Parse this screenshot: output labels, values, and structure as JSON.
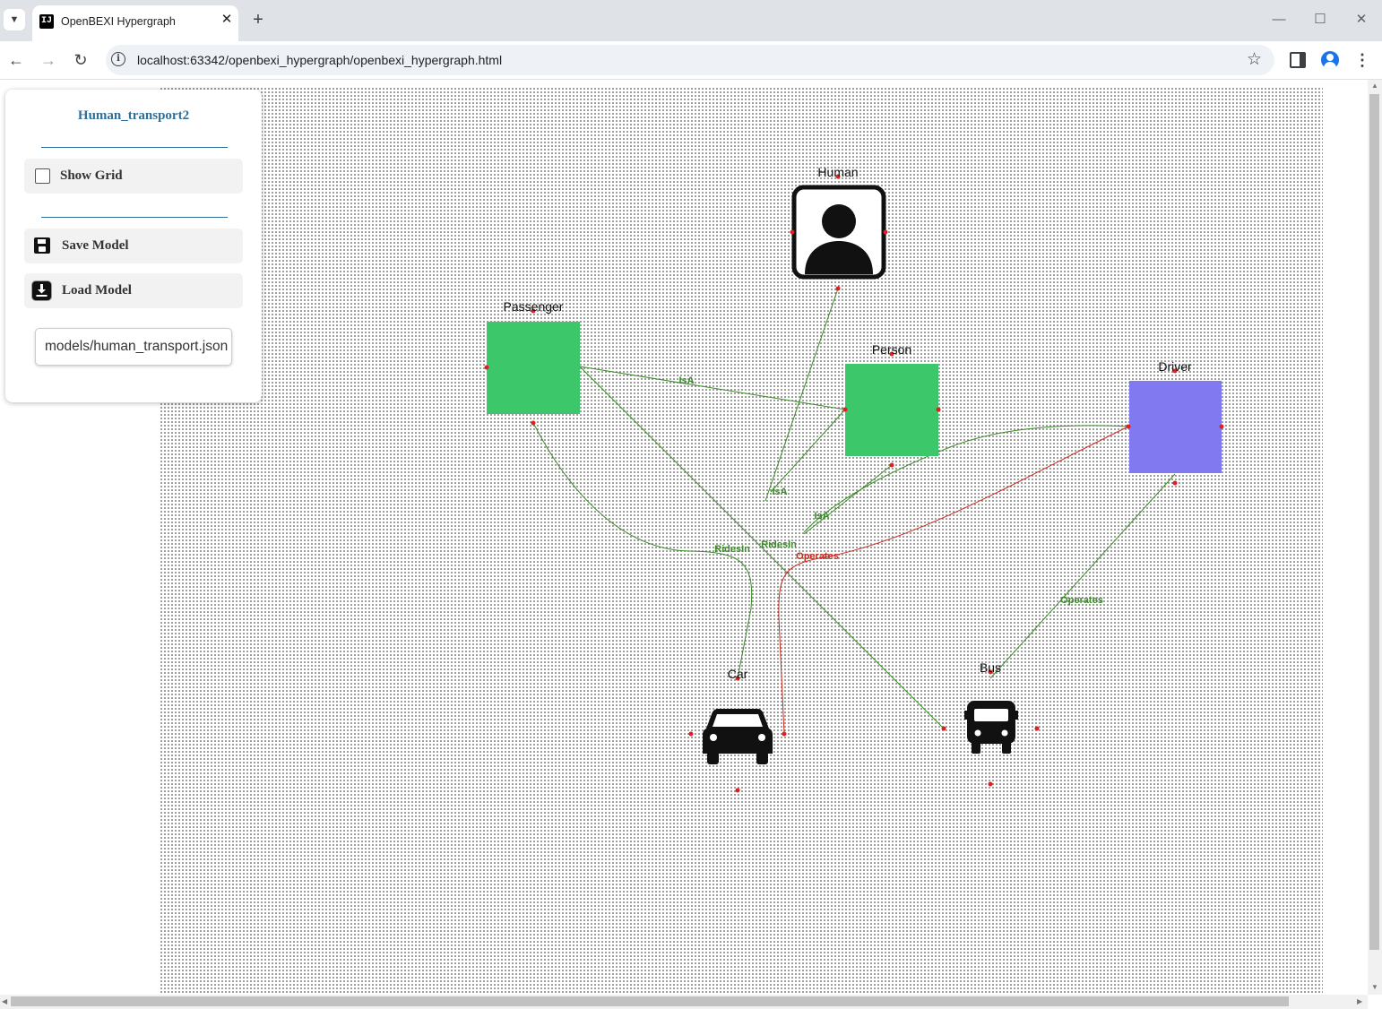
{
  "browser": {
    "tab_title": "OpenBEXI Hypergraph",
    "favicon_text": "IJ",
    "url": "localhost:63342/openbexi_hypergraph/openbexi_hypergraph.html"
  },
  "panel": {
    "model_name": "Human_transport2",
    "show_grid_label": "Show Grid",
    "show_grid_checked": false,
    "save_label": "Save Model",
    "load_label": "Load Model",
    "file_value": "models/human_transport.json"
  },
  "graph": {
    "nodes": [
      {
        "label": "Human",
        "shape": "person-icon"
      },
      {
        "label": "Passenger",
        "shape": "square",
        "color": "#3cc86a"
      },
      {
        "label": "Person",
        "shape": "square",
        "color": "#3cc86a"
      },
      {
        "label": "Driver",
        "shape": "square",
        "color": "#8079f0"
      },
      {
        "label": "Car",
        "shape": "car-icon"
      },
      {
        "label": "Bus",
        "shape": "bus-icon"
      }
    ],
    "edges": [
      {
        "label": "IsA",
        "from": "Passenger",
        "to": "Person",
        "color": "#3c8c28"
      },
      {
        "label": "IsA",
        "from": "Person",
        "to": "Human",
        "color": "#3c8c28"
      },
      {
        "label": "IsA",
        "from": "Driver",
        "to": "Person",
        "color": "#3c8c28"
      },
      {
        "label": "RidesIn",
        "from": "Passenger",
        "to": "Car",
        "color": "#3c8c28"
      },
      {
        "label": "RidesIn",
        "from": "Passenger",
        "to": "Bus",
        "color": "#3c8c28"
      },
      {
        "label": "Operates",
        "from": "Driver",
        "to": "Car",
        "color": "#cc2a1f"
      },
      {
        "label": "Operates",
        "from": "Driver",
        "to": "Bus",
        "color": "#3c8c28"
      }
    ],
    "edge_label_color": "#3c8c28",
    "edge_label_color_red": "#cc2a1f",
    "port_color": "#e02020"
  }
}
